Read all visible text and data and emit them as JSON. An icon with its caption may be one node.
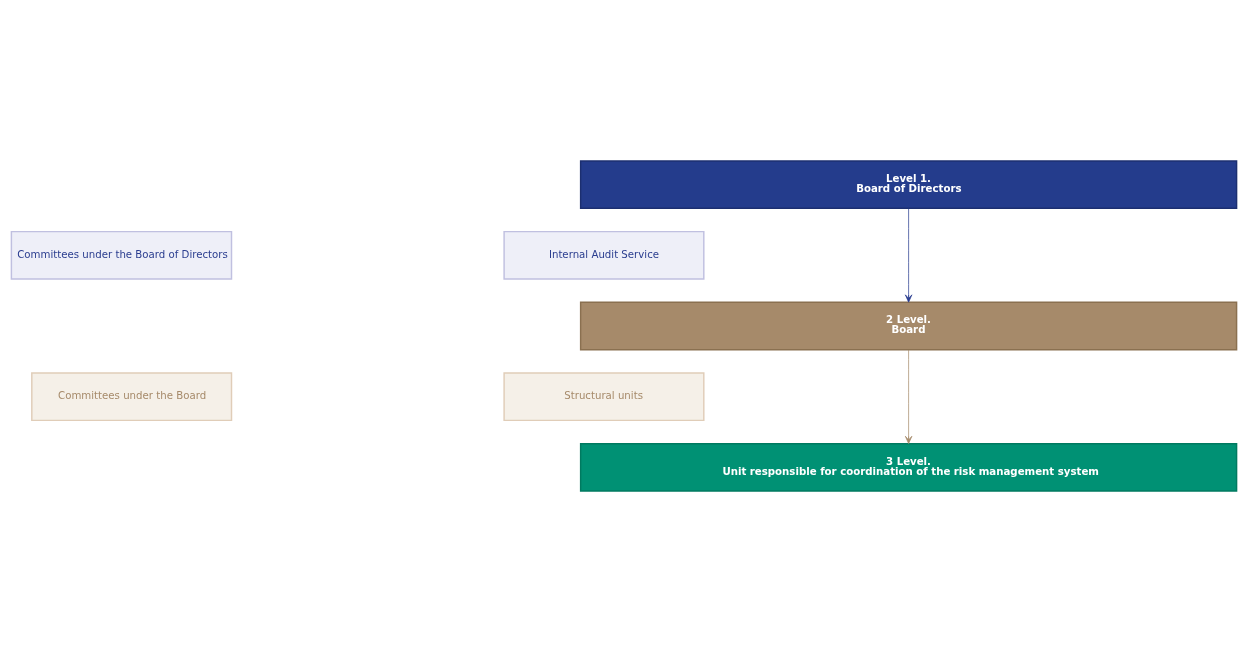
{
  "diagram": {
    "nodes": [
      {
        "text": [
          "Level 1.",
          "Board of Directors"
        ]
      },
      {
        "text": [
          "Committees under the Board of Directors"
        ]
      },
      {
        "text": [
          "Internal Audit Service"
        ]
      },
      {
        "text": [
          "2 Level.",
          "Board"
        ]
      },
      {
        "text": [
          "Committees under the Board"
        ]
      },
      {
        "text": [
          "Structural units"
        ]
      },
      {
        "text": [
          "3 Level.",
          "Unit responsible for coordination of the risk management system"
        ]
      }
    ],
    "edges": [
      {
        "from": 0,
        "to": 3,
        "arrow": "to",
        "color": "#2a3d8f"
      },
      {
        "from": 3,
        "to": 6,
        "arrow": "to",
        "color": "#a68a6a"
      }
    ]
  }
}
